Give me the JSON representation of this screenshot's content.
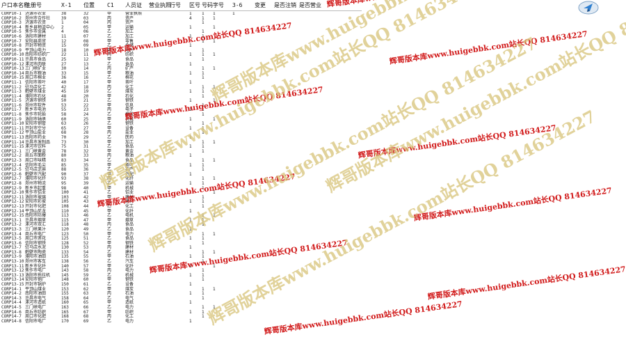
{
  "header": {
    "columns": [
      "户口本名称",
      "注册号",
      "X-1",
      "位置",
      "C1",
      "人员证",
      "营业执照",
      "行号",
      "区号",
      "号码",
      "字号",
      "3-6",
      "变更",
      "是否注销",
      "是否营业"
    ]
  },
  "rows": [
    [
      "CORP10-1",
      "济源市农业",
      "38",
      "32",
      "甲",
      "营业执照",
      "",
      "",
      "1",
      "1",
      "1",
      "1",
      "",
      "",
      ""
    ],
    [
      "CORP10-2",
      "郑州市合作社",
      "39",
      "03",
      "丙",
      "资产",
      "",
      "",
      "4",
      "1",
      "1",
      "",
      "",
      "",
      ""
    ],
    [
      "CORP10-3",
      "济源市农资",
      "1",
      "04",
      "丙",
      "资产",
      "",
      "",
      "",
      "1",
      "",
      "",
      "",
      "",
      ""
    ],
    [
      "CORP10-4",
      "新乡县物流中心",
      "2",
      "05",
      "甲",
      "运输",
      "",
      "",
      "1",
      "",
      "1",
      "",
      "",
      "",
      ""
    ],
    [
      "CORP10-5",
      "焦作市金属",
      "4",
      "06",
      "乙",
      "加工",
      "",
      "",
      "",
      "1",
      "",
      "",
      "",
      "",
      ""
    ],
    [
      "CORP10-6",
      "洛阳市建材",
      "11",
      "07",
      "乙",
      "加工",
      "",
      "",
      "1",
      "1",
      "",
      "",
      "",
      "",
      ""
    ],
    [
      "CORP10-7",
      "安阳县商贸",
      "12",
      "08",
      "甲",
      "零售",
      "",
      "",
      "",
      "1",
      "1",
      "",
      "",
      "",
      ""
    ],
    [
      "CORP10-8",
      "开封市物资",
      "15",
      "09",
      "乙",
      "仓储",
      "",
      "",
      "1",
      "",
      "",
      "",
      "",
      "",
      ""
    ],
    [
      "CORP10-9",
      "平顶山电力",
      "18",
      "10",
      "甲",
      "电力",
      "",
      "",
      "",
      "1",
      "",
      "",
      "",
      "",
      ""
    ],
    [
      "CORP10-10",
      "南阳市纺织厂",
      "22",
      "11",
      "丙",
      "纺织",
      "",
      "",
      "1",
      "1",
      "1",
      "",
      "",
      "",
      ""
    ],
    [
      "CORP10-11",
      "许昌市食品",
      "25",
      "12",
      "甲",
      "食品",
      "",
      "",
      "",
      "1",
      "",
      "",
      "",
      "",
      ""
    ],
    [
      "CORP10-12",
      "漯河市肉联",
      "27",
      "13",
      "乙",
      "食品",
      "",
      "",
      "1",
      "",
      "",
      "",
      "",
      "",
      ""
    ],
    [
      "CORP10-13",
      "三门峡矿业",
      "30",
      "14",
      "丙",
      "矿产",
      "",
      "",
      "",
      "1",
      "1",
      "",
      "",
      "",
      ""
    ],
    [
      "CORP10-14",
      "商丘市粮油",
      "33",
      "15",
      "甲",
      "粮油",
      "",
      "",
      "1",
      "1",
      "",
      "",
      "",
      "",
      ""
    ],
    [
      "CORP10-15",
      "周口市棉业",
      "36",
      "16",
      "乙",
      "棉花",
      "",
      "",
      "",
      "1",
      "",
      "",
      "",
      "",
      ""
    ],
    [
      "CORP11-1",
      "信阳市茶叶",
      "40",
      "17",
      "甲",
      "茶叶",
      "",
      "",
      "1",
      "",
      "",
      "",
      "",
      "",
      ""
    ],
    [
      "CORP11-2",
      "驻马店化工",
      "42",
      "18",
      "丙",
      "化工",
      "",
      "",
      "",
      "1",
      "1",
      "",
      "",
      "",
      ""
    ],
    [
      "CORP11-3",
      "鹤壁市煤业",
      "45",
      "19",
      "乙",
      "煤炭",
      "",
      "",
      "1",
      "1",
      "",
      "",
      "",
      "",
      ""
    ],
    [
      "CORP11-4",
      "濮阳市石化",
      "48",
      "20",
      "甲",
      "石化",
      "",
      "",
      "",
      "1",
      "",
      "",
      "",
      "",
      ""
    ],
    [
      "CORP11-5",
      "济源市钢铁",
      "50",
      "21",
      "乙",
      "钢铁",
      "",
      "",
      "1",
      "",
      "1",
      "",
      "",
      "",
      ""
    ],
    [
      "CORP11-6",
      "郑州市软件",
      "53",
      "22",
      "甲",
      "信息",
      "",
      "",
      "",
      "1",
      "",
      "",
      "",
      "",
      ""
    ],
    [
      "CORP11-7",
      "新乡市电池",
      "55",
      "23",
      "丙",
      "电子",
      "",
      "",
      "1",
      "1",
      "",
      "",
      "",
      "",
      ""
    ],
    [
      "CORP11-8",
      "焦作市轮胎",
      "58",
      "24",
      "乙",
      "橡胶",
      "",
      "",
      "",
      "1",
      "",
      "",
      "",
      "",
      ""
    ],
    [
      "CORP11-9",
      "洛阳市轴承",
      "60",
      "25",
      "甲",
      "机械",
      "",
      "",
      "1",
      "",
      "1",
      "",
      "",
      "",
      ""
    ],
    [
      "CORP11-10",
      "安阳市钢管",
      "63",
      "26",
      "乙",
      "钢铁",
      "",
      "",
      "",
      "1",
      "",
      "",
      "",
      "",
      ""
    ],
    [
      "CORP11-11",
      "开封市空分",
      "65",
      "27",
      "甲",
      "设备",
      "",
      "",
      "1",
      "1",
      "",
      "",
      "",
      "",
      ""
    ],
    [
      "CORP11-12",
      "平顶山盐业",
      "68",
      "28",
      "丙",
      "盐业",
      "",
      "",
      "",
      "1",
      "",
      "",
      "",
      "",
      ""
    ],
    [
      "CORP11-13",
      "南阳市药业",
      "70",
      "29",
      "乙",
      "医药",
      "",
      "",
      "1",
      "",
      "",
      "",
      "",
      "",
      ""
    ],
    [
      "CORP11-14",
      "许昌市发制品",
      "73",
      "30",
      "甲",
      "加工",
      "",
      "",
      "",
      "1",
      "1",
      "",
      "",
      "",
      ""
    ],
    [
      "CORP11-15",
      "漯河市饮料",
      "75",
      "31",
      "乙",
      "食品",
      "",
      "",
      "1",
      "1",
      "",
      "",
      "",
      "",
      ""
    ],
    [
      "CORP12-1",
      "三门峡黄金",
      "78",
      "32",
      "甲",
      "黄金",
      "",
      "",
      "",
      "1",
      "",
      "",
      "",
      "",
      ""
    ],
    [
      "CORP12-2",
      "商丘市面粉",
      "80",
      "33",
      "丙",
      "粮油",
      "",
      "",
      "1",
      "",
      "",
      "",
      "",
      "",
      ""
    ],
    [
      "CORP12-3",
      "周口市味精",
      "83",
      "34",
      "乙",
      "食品",
      "",
      "",
      "",
      "1",
      "1",
      "",
      "",
      "",
      ""
    ],
    [
      "CORP12-4",
      "信阳市毛尖",
      "85",
      "35",
      "甲",
      "茶叶",
      "",
      "",
      "1",
      "1",
      "",
      "",
      "",
      "",
      ""
    ],
    [
      "CORP12-5",
      "驻马店芝麻",
      "88",
      "36",
      "乙",
      "农产",
      "",
      "",
      "",
      "1",
      "",
      "",
      "",
      "",
      ""
    ],
    [
      "CORP12-6",
      "鹤壁市汽配",
      "90",
      "37",
      "甲",
      "汽配",
      "",
      "",
      "1",
      "",
      "",
      "",
      "",
      "",
      ""
    ],
    [
      "CORP12-7",
      "濮阳市化纤",
      "93",
      "38",
      "丙",
      "化纤",
      "",
      "",
      "",
      "1",
      "1",
      "",
      "",
      "",
      ""
    ],
    [
      "CORP12-8",
      "郑州市物流",
      "95",
      "39",
      "乙",
      "运输",
      "",
      "",
      "1",
      "1",
      "",
      "",
      "",
      "",
      ""
    ],
    [
      "CORP12-9",
      "新乡市起重",
      "98",
      "40",
      "甲",
      "机械",
      "",
      "",
      "",
      "1",
      "",
      "",
      "",
      "",
      ""
    ],
    [
      "CORP12-10",
      "焦作市铝业",
      "100",
      "41",
      "乙",
      "铝业",
      "",
      "",
      "1",
      "",
      "1",
      "",
      "",
      "",
      ""
    ],
    [
      "CORP12-11",
      "洛阳市玻璃",
      "103",
      "42",
      "甲",
      "建材",
      "",
      "",
      "",
      "1",
      "",
      "",
      "",
      "",
      ""
    ],
    [
      "CORP12-12",
      "安阳市彩玻",
      "105",
      "43",
      "丙",
      "建材",
      "",
      "",
      "1",
      "1",
      "",
      "",
      "",
      "",
      ""
    ],
    [
      "CORP12-13",
      "开封市化肥",
      "108",
      "44",
      "乙",
      "化工",
      "",
      "",
      "",
      "1",
      "",
      "",
      "",
      "",
      ""
    ],
    [
      "CORP12-14",
      "平顶山尼龙",
      "110",
      "45",
      "甲",
      "化纤",
      "",
      "",
      "1",
      "",
      "",
      "",
      "",
      "",
      ""
    ],
    [
      "CORP12-15",
      "南阳市防爆",
      "113",
      "46",
      "乙",
      "电机",
      "",
      "",
      "",
      "1",
      "1",
      "",
      "",
      "",
      ""
    ],
    [
      "CORP13-1",
      "许昌市烟草",
      "115",
      "47",
      "甲",
      "烟草",
      "",
      "",
      "1",
      "1",
      "",
      "",
      "",
      "",
      ""
    ],
    [
      "CORP13-2",
      "漯河市双汇",
      "118",
      "48",
      "丙",
      "食品",
      "",
      "",
      "",
      "1",
      "",
      "",
      "",
      "",
      ""
    ],
    [
      "CORP13-3",
      "三门峡果汁",
      "120",
      "49",
      "乙",
      "食品",
      "",
      "",
      "1",
      "",
      "",
      "",
      "",
      "",
      ""
    ],
    [
      "CORP13-4",
      "商丘市电厂",
      "123",
      "50",
      "甲",
      "电力",
      "",
      "",
      "",
      "1",
      "1",
      "",
      "",
      "",
      ""
    ],
    [
      "CORP13-5",
      "周口市莲花",
      "125",
      "51",
      "乙",
      "食品",
      "",
      "",
      "1",
      "1",
      "",
      "",
      "",
      "",
      ""
    ],
    [
      "CORP13-6",
      "信阳市钢铁",
      "128",
      "52",
      "甲",
      "钢铁",
      "",
      "",
      "",
      "1",
      "",
      "",
      "",
      "",
      ""
    ],
    [
      "CORP13-7",
      "驻马店水泥",
      "130",
      "53",
      "丙",
      "建材",
      "",
      "",
      "1",
      "",
      "",
      "",
      "",
      "",
      ""
    ],
    [
      "CORP13-8",
      "鹤壁市陶瓷",
      "133",
      "54",
      "乙",
      "建材",
      "",
      "",
      "",
      "1",
      "1",
      "",
      "",
      "",
      ""
    ],
    [
      "CORP13-9",
      "濮阳市油田",
      "135",
      "55",
      "甲",
      "石油",
      "",
      "",
      "1",
      "1",
      "",
      "",
      "",
      "",
      ""
    ],
    [
      "CORP13-10",
      "郑州市客车",
      "138",
      "56",
      "乙",
      "汽车",
      "",
      "",
      "",
      "1",
      "",
      "",
      "",
      "",
      ""
    ],
    [
      "CORP13-11",
      "新乡市化纤",
      "140",
      "57",
      "甲",
      "化纤",
      "",
      "",
      "1",
      "",
      "1",
      "",
      "",
      "",
      ""
    ],
    [
      "CORP13-12",
      "焦作市电厂",
      "143",
      "58",
      "丙",
      "电力",
      "",
      "",
      "",
      "1",
      "",
      "",
      "",
      "",
      ""
    ],
    [
      "CORP13-13",
      "洛阳市拖拉机",
      "145",
      "59",
      "乙",
      "机械",
      "",
      "",
      "1",
      "1",
      "",
      "",
      "",
      "",
      ""
    ],
    [
      "CORP13-14",
      "安阳市钢厂",
      "148",
      "60",
      "甲",
      "钢铁",
      "",
      "",
      "",
      "1",
      "",
      "",
      "",
      "",
      ""
    ],
    [
      "CORP13-15",
      "开封市锅炉",
      "150",
      "61",
      "乙",
      "设备",
      "",
      "",
      "1",
      "",
      "",
      "",
      "",
      "",
      ""
    ],
    [
      "CORP14-1",
      "平顶山煤业",
      "153",
      "62",
      "甲",
      "煤炭",
      "",
      "",
      "",
      "1",
      "1",
      "",
      "",
      "",
      ""
    ],
    [
      "CORP14-2",
      "南阳市油田",
      "155",
      "63",
      "丙",
      "石油",
      "",
      "",
      "1",
      "1",
      "",
      "",
      "",
      "",
      ""
    ],
    [
      "CORP14-3",
      "许昌市电气",
      "158",
      "64",
      "乙",
      "电气",
      "",
      "",
      "",
      "1",
      "",
      "",
      "",
      "",
      ""
    ],
    [
      "CORP14-4",
      "漯河市造纸",
      "160",
      "65",
      "甲",
      "造纸",
      "",
      "",
      "1",
      "",
      "",
      "",
      "",
      "",
      ""
    ],
    [
      "CORP14-5",
      "三门峡电厂",
      "163",
      "66",
      "乙",
      "电力",
      "",
      "",
      "",
      "1",
      "1",
      "",
      "",
      "",
      ""
    ],
    [
      "CORP14-6",
      "商丘市纺织",
      "165",
      "67",
      "甲",
      "纺织",
      "",
      "",
      "1",
      "1",
      "",
      "",
      "",
      "",
      ""
    ],
    [
      "CORP14-7",
      "周口市化肥",
      "168",
      "68",
      "丙",
      "化工",
      "",
      "",
      "",
      "1",
      "",
      "",
      "",
      "",
      ""
    ],
    [
      "CORP14-8",
      "信阳市电厂",
      "170",
      "69",
      "乙",
      "电力",
      "",
      "",
      "1",
      "",
      "",
      "",
      "",
      "",
      ""
    ]
  ],
  "watermarks": {
    "red_text": "辉哥版本库www.huigebbk.com站长QQ 814634227",
    "big_text": "辉哥版本库www.huigebbk.com站长QQ 814634227"
  },
  "logo": {
    "icon": "app-logo-icon"
  }
}
